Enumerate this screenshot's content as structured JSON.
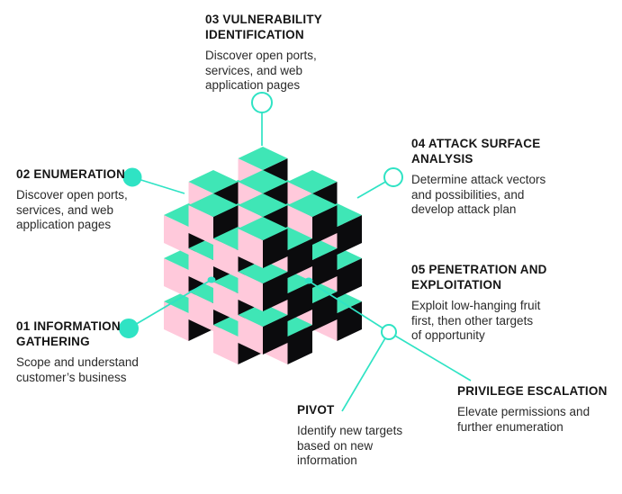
{
  "diagram": {
    "steps": [
      {
        "id": "01",
        "title": "01 INFORMATION\nGATHERING",
        "description": "Scope and understand\ncustomer’s business",
        "marker": "filled-circle"
      },
      {
        "id": "02",
        "title": "02 ENUMERATION",
        "description": "Discover open ports,\nservices, and web\napplication pages",
        "marker": "filled-circle"
      },
      {
        "id": "03",
        "title": "03 VULNERABILITY\nIDENTIFICATION",
        "description": "Discover open ports,\nservices, and web\napplication pages",
        "marker": "hollow-circle"
      },
      {
        "id": "04",
        "title": "04 ATTACK SURFACE\nANALYSIS",
        "description": "Determine attack vectors\nand possibilities, and\ndevelop attack plan",
        "marker": "hollow-circle"
      },
      {
        "id": "05",
        "title": "05 PENETRATION AND\nEXPLOITATION",
        "description": "Exploit low-hanging fruit\nfirst, then other targets\nof opportunity",
        "marker": "hollow-circle"
      },
      {
        "id": "pivot",
        "title": "PIVOT",
        "description": "Identify new targets\nbased on new\ninformation",
        "marker": "line"
      },
      {
        "id": "privilege-escalation",
        "title": "PRIVILEGE ESCALATION",
        "description": "Elevate permissions and\nfurther enumeration",
        "marker": "line"
      }
    ],
    "palette": {
      "cube_top": "#3FE6B6",
      "cube_left": "#FFC9DB",
      "cube_right": "#0B0B0D",
      "connector": "#2FE3C4",
      "text": "#1E1E1E",
      "background": "#FFFFFF"
    }
  }
}
